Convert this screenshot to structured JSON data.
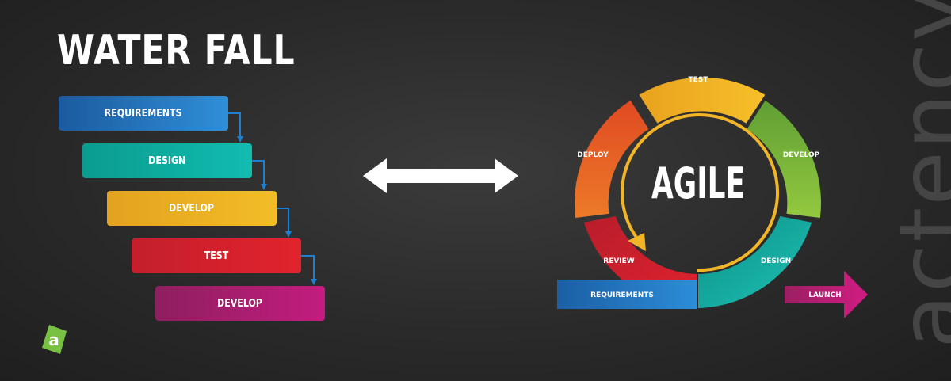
{
  "waterfall": {
    "title": "WATER FALL",
    "steps": [
      "REQUIREMENTS",
      "DESIGN",
      "DEVELOP",
      "TEST",
      "DEVELOP"
    ]
  },
  "agile": {
    "title": "AGILE",
    "cycle": [
      "TEST",
      "DEVELOP",
      "DESIGN",
      "REVIEW",
      "DEPLOY"
    ],
    "start_label": "REQUIREMENTS",
    "end_label": "LAUNCH"
  },
  "brand": {
    "watermark": "actency",
    "logo_letter": "a"
  },
  "colors": {
    "blue": "#1e6fb8",
    "teal": "#0fb1a4",
    "yellow": "#f0b323",
    "red": "#d8222c",
    "magenta": "#b31c74",
    "orange": "#e35e25",
    "green": "#7cb93a"
  }
}
